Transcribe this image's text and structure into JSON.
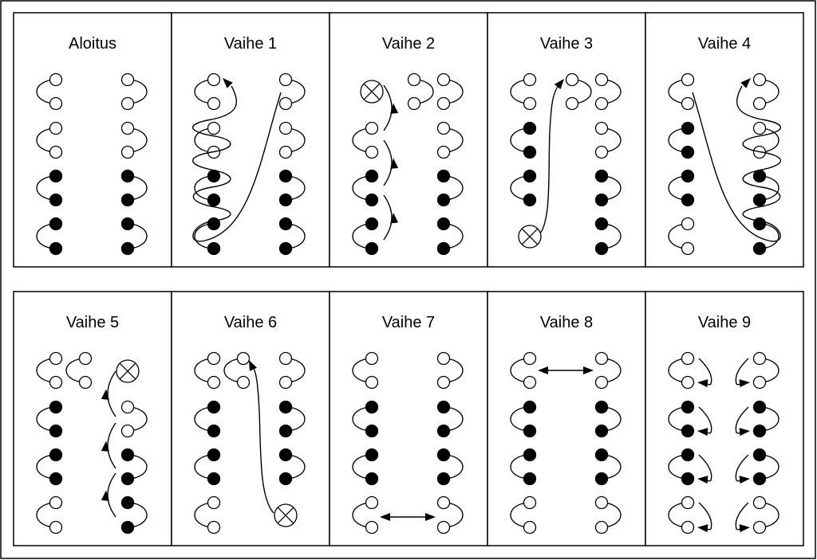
{
  "panels": [
    {
      "title": "Aloitus"
    },
    {
      "title": "Vaihe 1"
    },
    {
      "title": "Vaihe 2"
    },
    {
      "title": "Vaihe 3"
    },
    {
      "title": "Vaihe 4"
    },
    {
      "title": "Vaihe 5"
    },
    {
      "title": "Vaihe 6"
    },
    {
      "title": "Vaihe 7"
    },
    {
      "title": "Vaihe 8"
    },
    {
      "title": "Vaihe 9"
    }
  ],
  "colors": {
    "line": "#000000",
    "filled": "#000000",
    "open": "#ffffff"
  }
}
